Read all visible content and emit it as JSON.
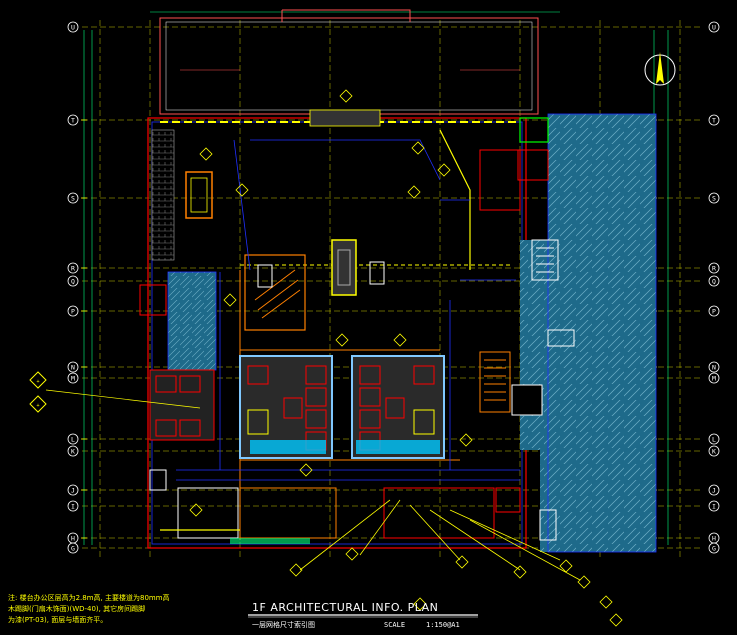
{
  "drawing": {
    "title": "1F  ARCHITECTURAL INFO. PLAN",
    "subtitle": "一层网格尺寸索引图",
    "scale_label": "SCALE",
    "scale_value": "1:150@A1"
  },
  "notes": [
    "注: 楼台办公区层高为2.8m高, 主要楼道为80mm高",
    "木踢脚(门扇木饰面)(WD-40), 其它房间踢脚",
    "为漆(PT-03), 面层与墙面齐平。"
  ],
  "grid_labels_left": [
    "U",
    "T",
    "S",
    "R",
    "Q",
    "P",
    "N",
    "M",
    "L",
    "K",
    "J",
    "I",
    "H",
    "G"
  ],
  "grid_labels_right": [
    "U",
    "T",
    "S",
    "R",
    "Q",
    "P",
    "N",
    "M",
    "L",
    "K",
    "J",
    "I",
    "H",
    "G"
  ],
  "north_arrow": "north-arrow-icon",
  "colors": {
    "background": "#000000",
    "grid": "#c8c800",
    "walls": "#ff0000",
    "blue_lines": "#2030ff",
    "cyan": "#00c8ff",
    "hatch_fill": "#1e6a8a",
    "yellow": "#ffff00",
    "white": "#ffffff",
    "magenta": "#ff00ff",
    "orange": "#ff8000",
    "green": "#00ff00"
  }
}
